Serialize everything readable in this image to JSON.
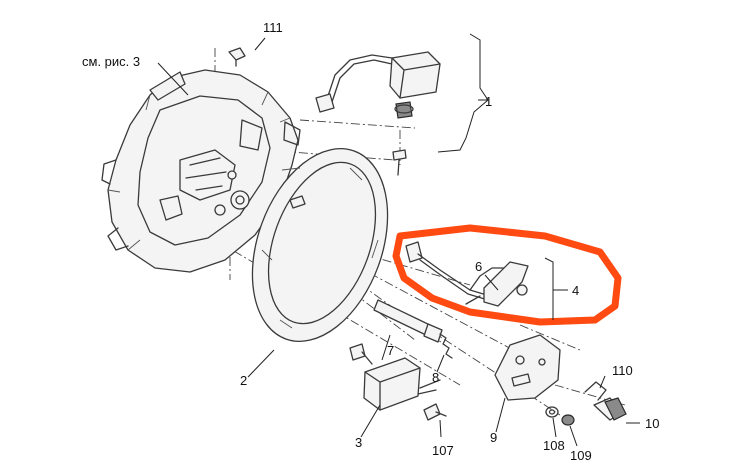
{
  "reference_label": "см. рис. 3",
  "callouts": {
    "c111": "111",
    "c1": "1",
    "c2": "2",
    "c3": "3",
    "c4": "4",
    "c6": "6",
    "c7": "7",
    "c8": "8",
    "c9": "9",
    "c10": "10",
    "c107": "107",
    "c108": "108",
    "c109": "109",
    "c110": "110"
  },
  "colors": {
    "highlight": "#ff4a12",
    "line": "#3a3a3a"
  }
}
